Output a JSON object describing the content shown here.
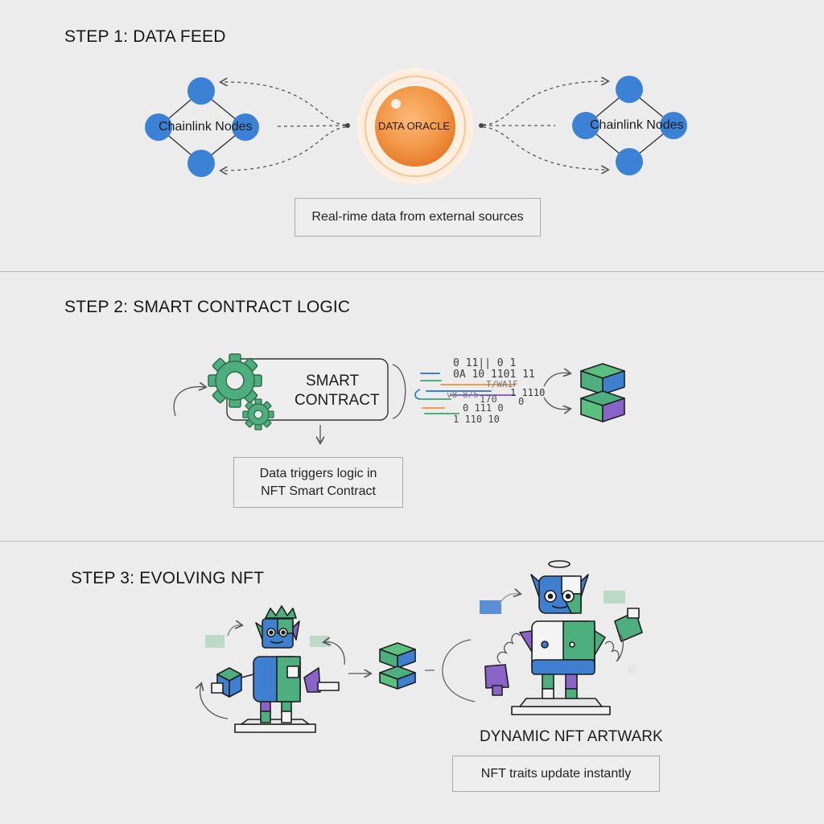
{
  "step1": {
    "title": "STEP 1: DATA FEED",
    "left_nodes_label": "Chainlink Nodes",
    "right_nodes_label": "Chainlink Nodes",
    "oracle_label": "DATA ORACLE",
    "caption": "Real-rime data from external sources"
  },
  "step2": {
    "title": "STEP 2: SMART CONTRACT LOGIC",
    "contract_line1": "SMART",
    "contract_line2": "CONTRACT",
    "caption_line1": "Data triggers logic in",
    "caption_line2": "NFT Smart Contract",
    "code_lines": [
      "0 11|| 0  1",
      "0A 10 1101 11",
      "T/WA1F",
      "v8  8/5",
      "1 1110",
      "170",
      "0",
      "0 111 0",
      "1 110 10"
    ]
  },
  "step3": {
    "title": "STEP 3: EVOLVING NFT",
    "artwork_label": "DYNAMIC NFT ARTWARK",
    "caption": "NFT traits update instantly"
  },
  "colors": {
    "node_blue": "#3b82d6",
    "oracle_orange": "#f39a4a",
    "gear_green": "#4caf7d",
    "cube_purple": "#8a63c9",
    "robot_blue": "#3f7fd0"
  }
}
